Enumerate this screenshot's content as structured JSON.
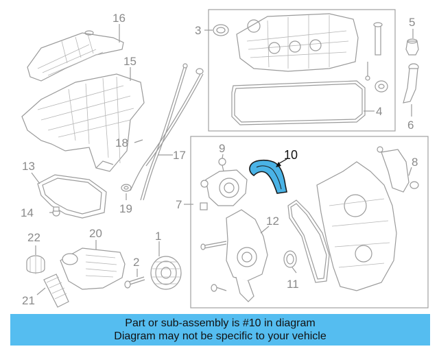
{
  "diagram": {
    "highlight_color": "#4ab3e6",
    "callouts": [
      {
        "id": "c1",
        "text": "1"
      },
      {
        "id": "c2",
        "text": "2"
      },
      {
        "id": "c3",
        "text": "3"
      },
      {
        "id": "c4",
        "text": "4"
      },
      {
        "id": "c5",
        "text": "5"
      },
      {
        "id": "c6",
        "text": "6"
      },
      {
        "id": "c7",
        "text": "7"
      },
      {
        "id": "c8",
        "text": "8"
      },
      {
        "id": "c9",
        "text": "9"
      },
      {
        "id": "c10",
        "text": "10"
      },
      {
        "id": "c11",
        "text": "11"
      },
      {
        "id": "c12",
        "text": "12"
      },
      {
        "id": "c13",
        "text": "13"
      },
      {
        "id": "c14",
        "text": "14"
      },
      {
        "id": "c15",
        "text": "15"
      },
      {
        "id": "c16",
        "text": "16"
      },
      {
        "id": "c17",
        "text": "17"
      },
      {
        "id": "c18",
        "text": "18"
      },
      {
        "id": "c19",
        "text": "19"
      },
      {
        "id": "c20",
        "text": "20"
      },
      {
        "id": "c21",
        "text": "21"
      },
      {
        "id": "c22",
        "text": "22"
      }
    ]
  },
  "banner": {
    "line1": "Part or sub-assembly is #10 in diagram",
    "line2": "Diagram may not be specific to your vehicle"
  }
}
